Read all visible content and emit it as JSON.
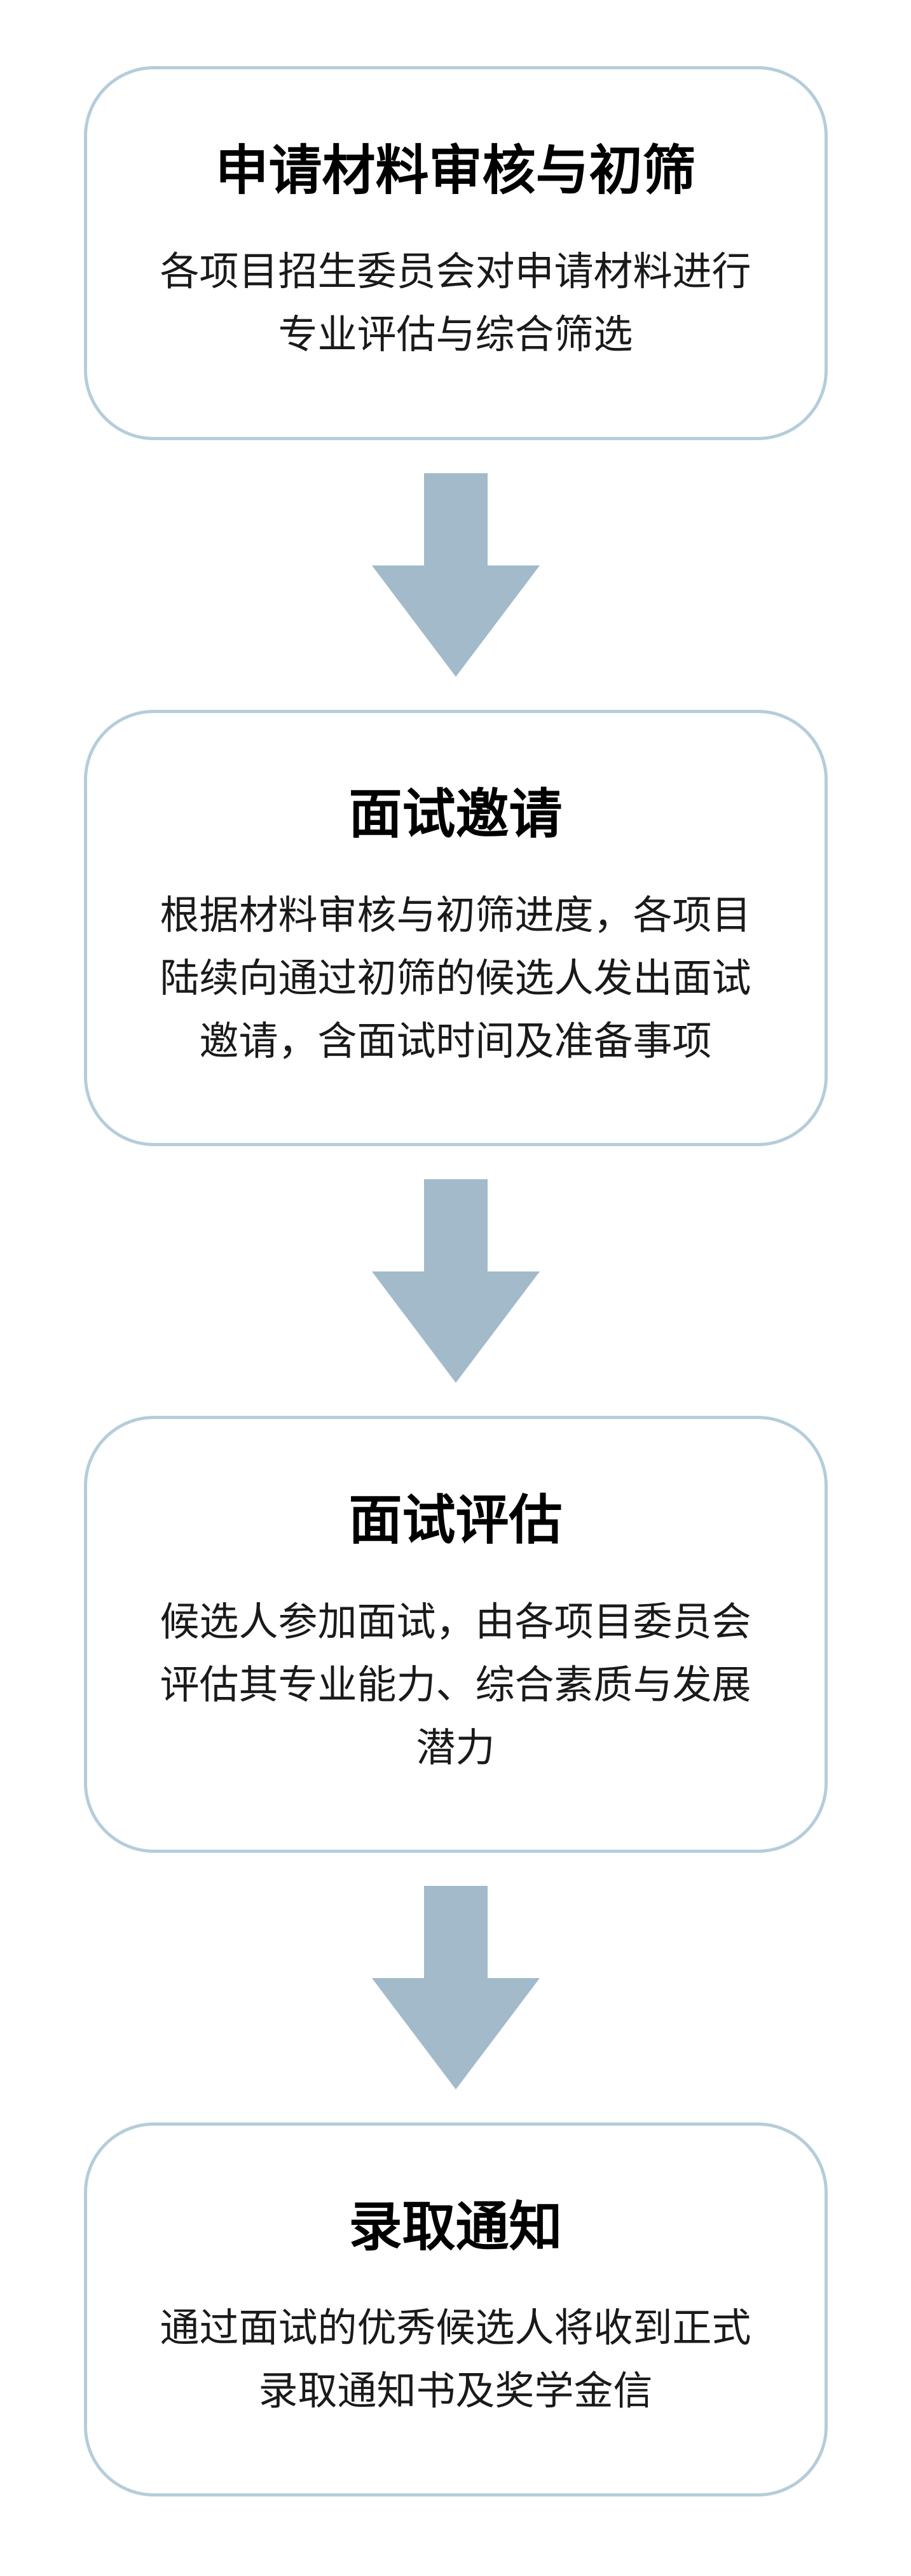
{
  "flowchart": {
    "steps": [
      {
        "id": "application-review",
        "title": "申请材料审核与初筛",
        "description": "各项目招生委员会对申请材料进行专业评估与综合筛选"
      },
      {
        "id": "interview-invitation",
        "title": "面试邀请",
        "description": "根据材料审核与初筛进度，各项目陆续向通过初筛的候选人发出面试邀请，含面试时间及准备事项"
      },
      {
        "id": "interview-evaluation",
        "title": "面试评估",
        "description": "候选人参加面试，由各项目委员会评估其专业能力、综合素质与发展潜力"
      },
      {
        "id": "admission-notice",
        "title": "录取通知",
        "description": "通过面试的优秀候选人将收到正式录取通知书及奖学金信"
      }
    ],
    "colors": {
      "box_border": "#b5cdda",
      "arrow": "#a2bac9",
      "title_text": "#000000",
      "body_text": "#1a1a1a",
      "page_bg": "#ffffff"
    }
  }
}
